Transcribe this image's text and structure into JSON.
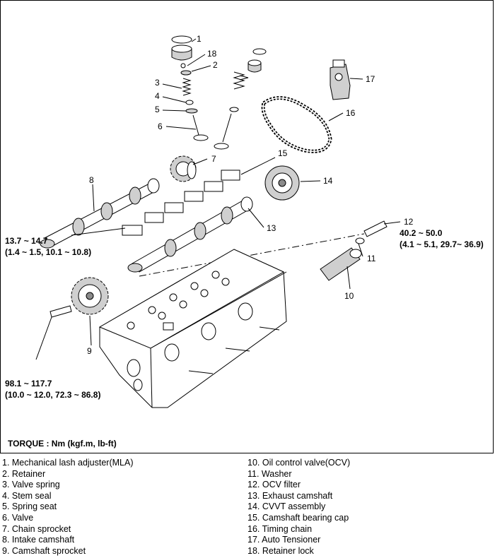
{
  "callouts": {
    "c1": "1",
    "c18": "18",
    "c2": "2",
    "c3": "3",
    "c4": "4",
    "c5": "5",
    "c6": "6",
    "c7": "7",
    "c8": "8",
    "c9": "9",
    "c10": "10",
    "c11": "11",
    "c12": "12",
    "c13": "13",
    "c14": "14",
    "c15": "15",
    "c16": "16",
    "c17": "17"
  },
  "torque_specs": {
    "ocv_filter": {
      "nm": "40.2 ~ 50.0",
      "alt": "(4.1 ~ 5.1, 29.7~ 36.9)"
    },
    "bearing_cap": {
      "nm": "13.7 ~ 14.7",
      "alt": "(1.4 ~ 1.5, 10.1 ~ 10.8)"
    },
    "sprocket_bolt": {
      "nm": "98.1 ~ 117.7",
      "alt": "(10.0 ~ 12.0, 72.3 ~ 86.8)"
    }
  },
  "torque_caption": "TORQUE : Nm (kgf.m, lb-ft)",
  "legend": {
    "left": [
      "1. Mechanical lash adjuster(MLA)",
      "2. Retainer",
      "3. Valve spring",
      "4. Stem seal",
      "5. Spring seat",
      "6. Valve",
      "7. Chain sprocket",
      "8. Intake camshaft",
      "9. Camshaft sprocket"
    ],
    "right": [
      "10. Oil control valve(OCV)",
      "11. Washer",
      "12. OCV filter",
      "13. Exhaust camshaft",
      "14. CVVT assembly",
      "15. Camshaft bearing cap",
      "16. Timing chain",
      "17. Auto Tensioner",
      "18. Retainer lock"
    ]
  },
  "colors": {
    "line": "#000000",
    "shade": "#cfcfcf",
    "background": "#ffffff"
  }
}
